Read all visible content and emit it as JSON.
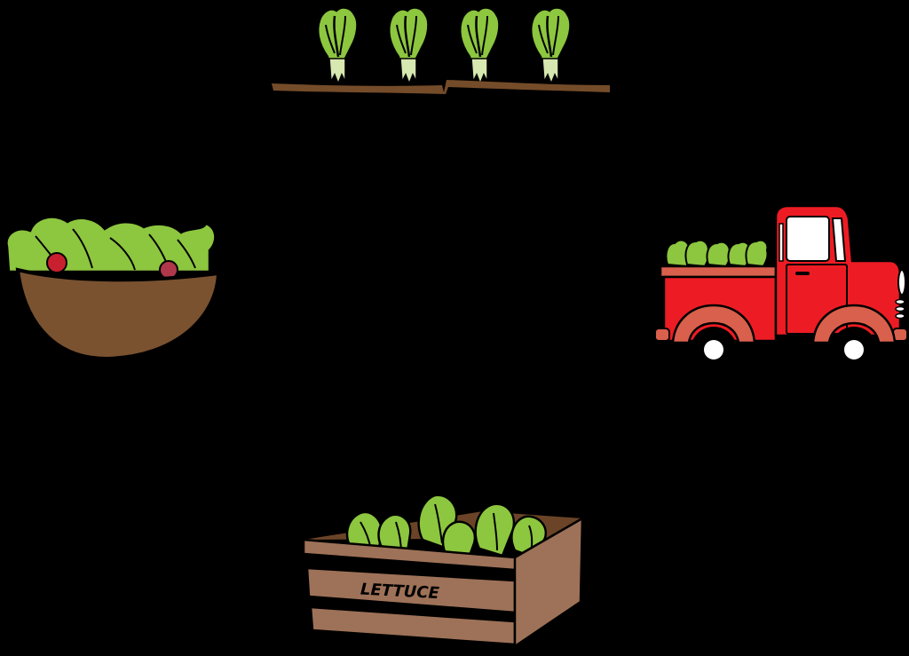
{
  "scene": {
    "background": "#000000",
    "description": "Lettuce farm-to-table cycle"
  },
  "stages": [
    {
      "id": "growing",
      "name": "lettuce-growing-in-soil",
      "plant_count": 4
    },
    {
      "id": "transport",
      "name": "red-truck-with-lettuce",
      "plant_count": 5
    },
    {
      "id": "packaging",
      "name": "lettuce-crate",
      "label": "LETTUCE"
    },
    {
      "id": "eating",
      "name": "salad-bowl"
    }
  ],
  "colors": {
    "lettuce_green": "#8DC63F",
    "lettuce_stem": "#D7E8B0",
    "soil_brown": "#754C29",
    "bowl_brown": "#7A5230",
    "tomato_red": "#C8202F",
    "truck_red": "#ED1C24",
    "fender_salmon": "#D9604C",
    "crate_tan": "#9E7258",
    "crate_dark": "#6B4427"
  },
  "crate": {
    "label": "LETTUCE"
  }
}
